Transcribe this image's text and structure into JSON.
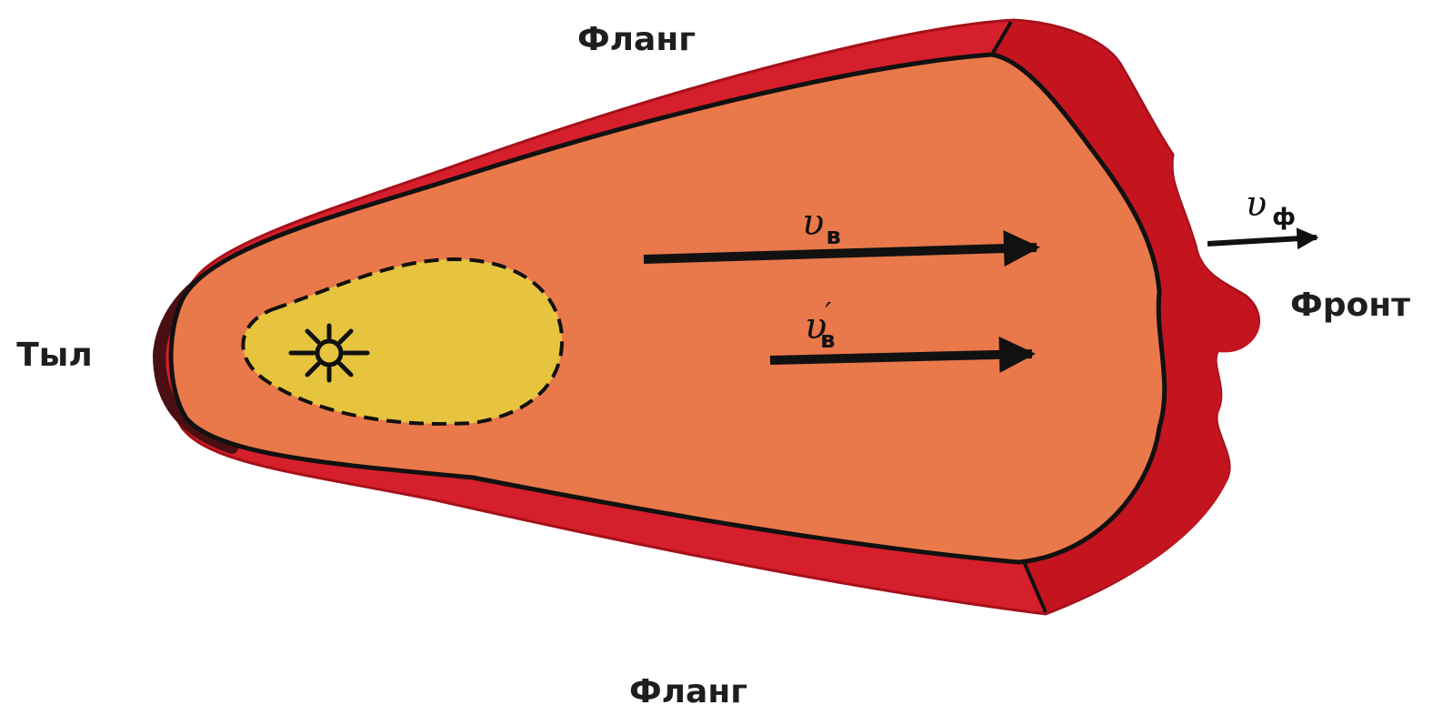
{
  "labels": {
    "flank_top": "Фланг",
    "flank_bottom": "Фланг",
    "rear": "Тыл",
    "front": "Фронт"
  },
  "velocities": {
    "wind": {
      "symbol": "υ",
      "subscript": "в"
    },
    "wind_reduced": {
      "symbol": "υ",
      "prime": "′",
      "subscript": "в"
    },
    "front_speed": {
      "symbol": "υ",
      "subscript": "ф"
    }
  },
  "colors": {
    "outer_edge": "#d61f2c",
    "front_zone": "#c4141f",
    "burned_area": "#e9784a",
    "ignition_zone": "#e6c43e",
    "outline": "#111111",
    "rear_edge": "#4a0f12"
  },
  "icons": {
    "ignition_point": "sun-icon"
  }
}
